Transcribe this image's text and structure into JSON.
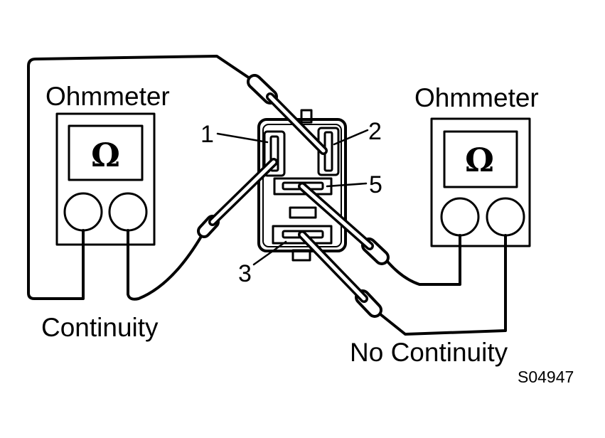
{
  "meters": {
    "left": {
      "title": "Ohmmeter",
      "symbol": "Ω"
    },
    "right": {
      "title": "Ohmmeter",
      "symbol": "Ω"
    }
  },
  "terminals": {
    "t1": "1",
    "t2": "2",
    "t3": "3",
    "t5": "5"
  },
  "results": {
    "left": "Continuity",
    "right": "No Continuity"
  },
  "figure_code": "S04947"
}
